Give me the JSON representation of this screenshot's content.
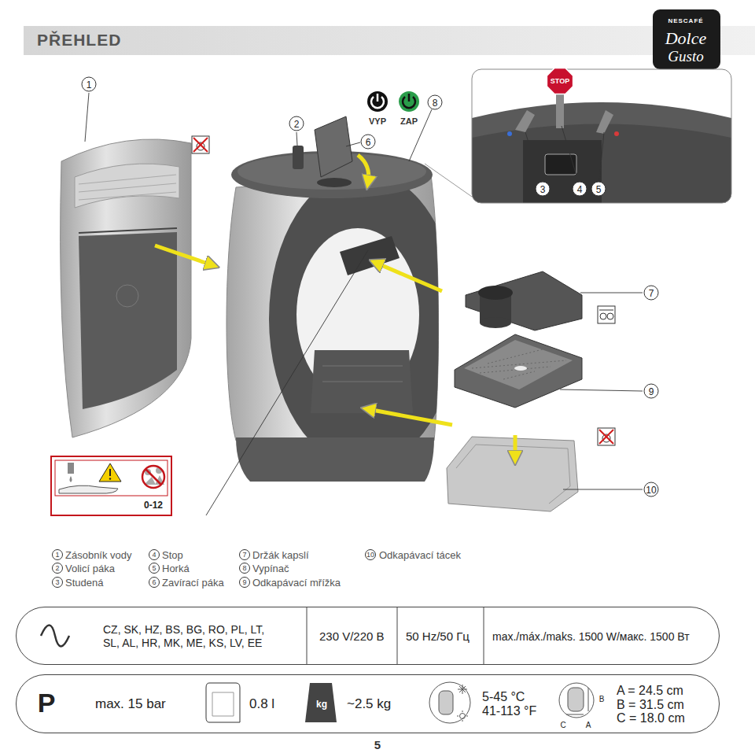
{
  "diagram": {
    "title": "PŘEHLED",
    "nodes": [
      {
        "text": [
          "CZ, SK, HZ, BS, BG, RO, PL, LT, SL, AL, HR, MK, ME, KS, LV, EE",
          "230 V/220 B",
          "50 Hz/50 Гц",
          "max./máx./maks. 1500 W/макс. 1500 Вт"
        ]
      },
      {
        "text": [
          "P",
          "max. 15 bar",
          "0.8 l",
          "kg",
          "~2.5 kg",
          "5-45 °C 41-113 °F",
          "B",
          "C",
          "A",
          "A = 24.5 cm B = 31.5 cm C = 18.0 cm"
        ]
      }
    ],
    "labels": [
      "1",
      "2",
      "VYP",
      "ZAP",
      "8",
      "6",
      "STOP",
      "3",
      "4",
      "5",
      "7",
      "9",
      "10",
      "0-12",
      "1",
      "Zásobník vody",
      "2",
      "Volicí páka",
      "3",
      "Studená",
      "4",
      "Stop",
      "5",
      "Horká",
      "6",
      "Zavírací páka",
      "7",
      "Držák kapslí",
      "8",
      "Vypínač",
      "9",
      "Odkapávací mřížka",
      "10",
      "Odkapávací tácek",
      "5",
      "NESCAFÉ",
      "Dolce",
      "Gusto"
    ]
  }
}
